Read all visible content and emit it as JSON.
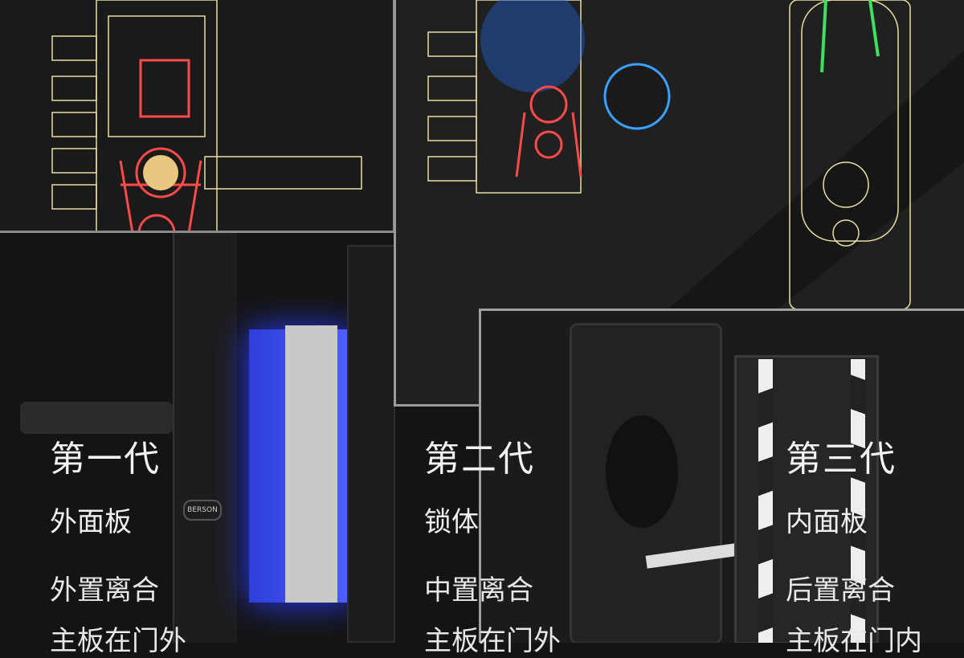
{
  "brand": "BERSON",
  "columns": [
    {
      "generation": "第一代",
      "part": "外面板",
      "clutch": "外置离合",
      "board": "主板在门外"
    },
    {
      "generation": "第二代",
      "part": "锁体",
      "clutch": "中置离合",
      "board": "主板在门外"
    },
    {
      "generation": "第三代",
      "part": "内面板",
      "clutch": "后置离合",
      "board": "主板在门内"
    }
  ],
  "colors": {
    "schematic_outline": "#e8dfa0",
    "mechanism_red": "#ff4a4a",
    "glow_blue": "#3a5cff",
    "fingerprint_blue": "#3aa0ff",
    "mechanism_green": "#3ee060"
  }
}
